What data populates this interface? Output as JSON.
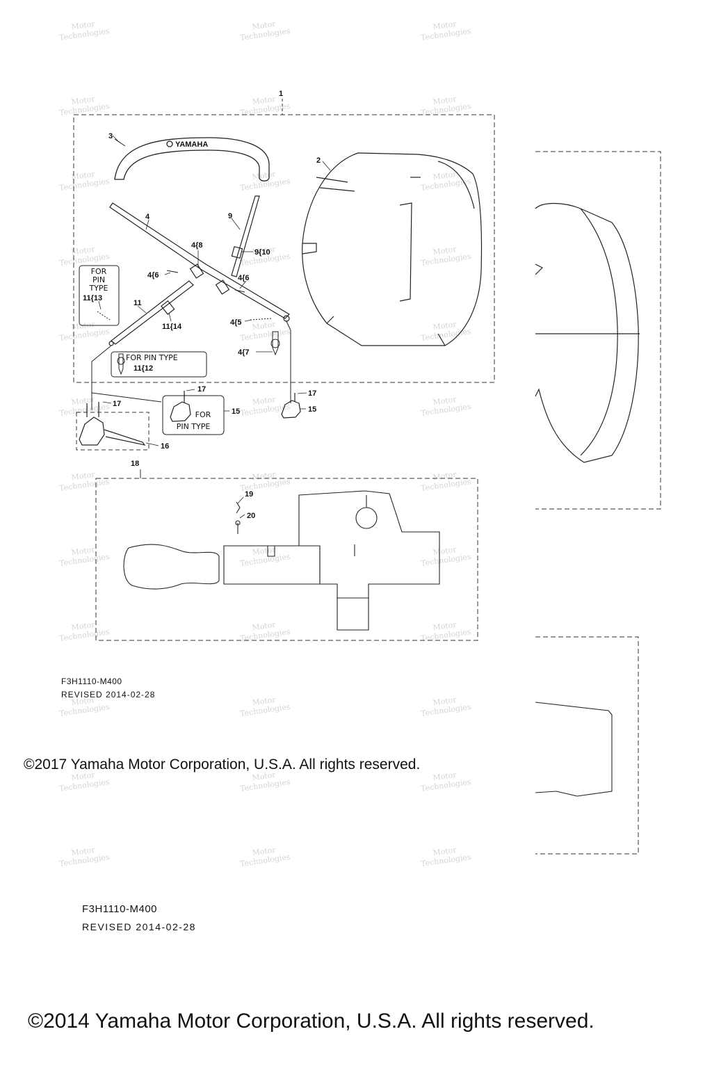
{
  "diagram": {
    "callouts": {
      "c1": "1",
      "c2": "2",
      "c3": "3",
      "c4": "4",
      "c4_8": "4{8",
      "c4_6a": "4{6",
      "c4_6b": "4{6",
      "c4_5": "4{5",
      "c4_7": "4{7",
      "c9": "9",
      "c9_10": "9{10",
      "c11": "11",
      "c11_14": "11{14",
      "c11_13": "11{13",
      "c11_12": "11{12",
      "c15a": "15",
      "c15b": "15",
      "c16": "16",
      "c17a": "17",
      "c17b": "17",
      "c17c": "17",
      "c18": "18",
      "c19": "19",
      "c20": "20"
    },
    "boxes": {
      "pin_type_box": [
        "FOR",
        "PIN",
        "TYPE"
      ],
      "pin_type_inline": "FOR PIN TYPE",
      "bracket_pin_type": [
        "FOR",
        "PIN TYPE"
      ]
    },
    "logo_text": "YAMAHA",
    "watermark": [
      "Motor",
      "Technologies"
    ]
  },
  "footer": {
    "part_code_1": "F3H1110-M400",
    "revised_1": "REVISED 2014-02-28",
    "copyright_1": "©2017 Yamaha Motor Corporation, U.S.A. All rights reserved.",
    "part_code_2": "F3H1110-M400",
    "revised_2": "REVISED 2014-02-28",
    "copyright_2": "©2014 Yamaha Motor Corporation, U.S.A. All rights reserved."
  }
}
